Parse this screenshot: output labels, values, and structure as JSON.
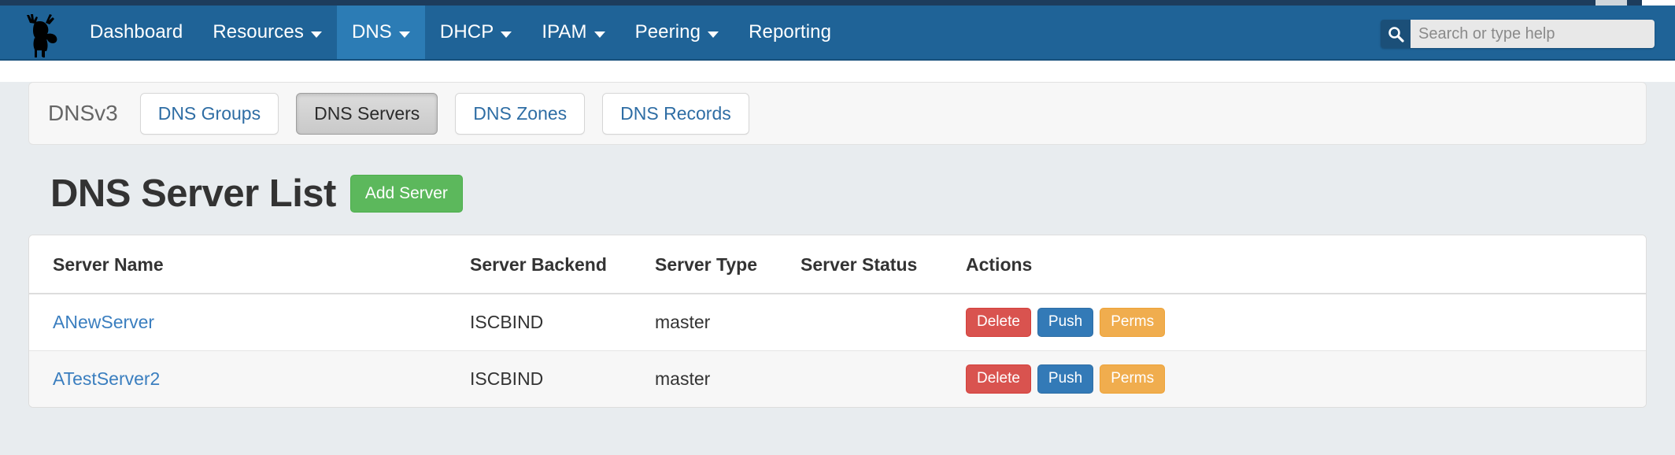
{
  "navbar": {
    "logo_icon": "moose-logo-icon",
    "items": [
      {
        "label": "Dashboard",
        "has_caret": false,
        "active": false
      },
      {
        "label": "Resources",
        "has_caret": true,
        "active": false
      },
      {
        "label": "DNS",
        "has_caret": true,
        "active": true
      },
      {
        "label": "DHCP",
        "has_caret": true,
        "active": false
      },
      {
        "label": "IPAM",
        "has_caret": true,
        "active": false
      },
      {
        "label": "Peering",
        "has_caret": true,
        "active": false
      },
      {
        "label": "Reporting",
        "has_caret": false,
        "active": false
      }
    ],
    "background_color": "#1f6397",
    "active_color": "#2c7cb5"
  },
  "search": {
    "placeholder": "Search or type help",
    "value": "",
    "icon": "search-icon"
  },
  "tabpanel": {
    "title": "DNSv3",
    "tabs": [
      {
        "label": "DNS Groups",
        "active": false
      },
      {
        "label": "DNS Servers",
        "active": true
      },
      {
        "label": "DNS Zones",
        "active": false
      },
      {
        "label": "DNS Records",
        "active": false
      }
    ]
  },
  "main": {
    "page_title": "DNS Server List",
    "add_button_label": "Add Server",
    "add_button_color": "#5cb85c"
  },
  "table": {
    "columns": [
      "Server Name",
      "Server Backend",
      "Server Type",
      "Server Status",
      "Actions"
    ],
    "rows": [
      {
        "name": "ANewServer",
        "backend": "ISCBIND",
        "type": "master",
        "status": "",
        "actions": [
          {
            "label": "Delete",
            "style": "danger"
          },
          {
            "label": "Push",
            "style": "primary"
          },
          {
            "label": "Perms",
            "style": "warning"
          }
        ]
      },
      {
        "name": "ATestServer2",
        "backend": "ISCBIND",
        "type": "master",
        "status": "",
        "actions": [
          {
            "label": "Delete",
            "style": "danger"
          },
          {
            "label": "Push",
            "style": "primary"
          },
          {
            "label": "Perms",
            "style": "warning"
          }
        ]
      }
    ]
  },
  "colors": {
    "page_background": "#e8ecef",
    "panel_background": "#f7f7f7",
    "link": "#3a7ebf",
    "danger": "#d9534f",
    "primary": "#337ab7",
    "warning": "#f0ad4e"
  }
}
